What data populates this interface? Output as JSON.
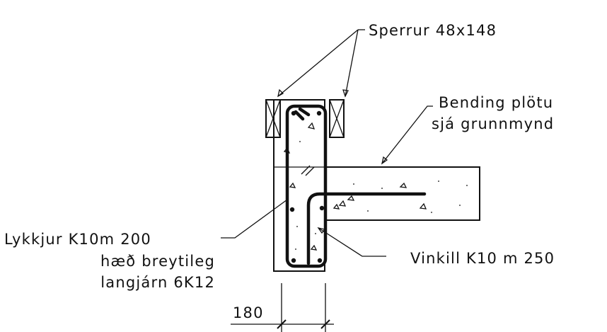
{
  "drawing": {
    "labels": {
      "rafters": "Sperrur 48x148",
      "slab_bend_line1": "Bending plötu",
      "slab_bend_line2": "sjá grunnmynd",
      "stirrups_line1": "Lykkjur K10m 200",
      "stirrups_line2": "hæð breytileg",
      "stirrups_line3": "langjárn 6K12",
      "angle_bar": "Vinkill K10 m 250",
      "width_dim": "180"
    },
    "colors": {
      "ink": "#111111",
      "background": "#ffffff"
    }
  }
}
